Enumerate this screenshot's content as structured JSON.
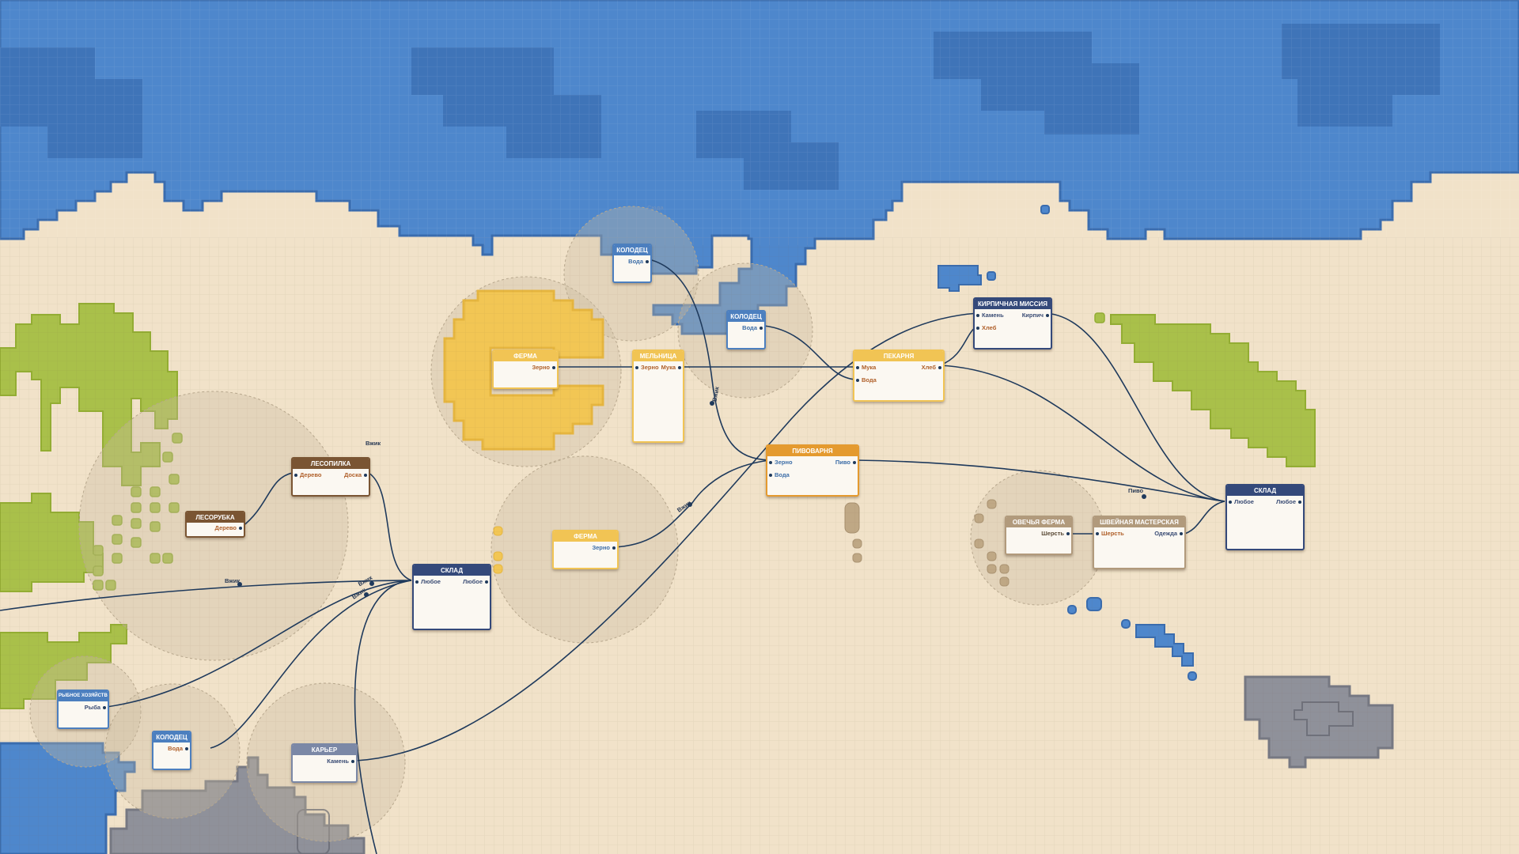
{
  "palette": {
    "sand": "#f1e2c9",
    "water": "#4e87cc",
    "deep_water": "#3f74b8",
    "grass": "#a9c04a",
    "dark_grass": "#93ad33",
    "rock": "#8f919a",
    "field": "#f2c654",
    "wire": "#1f3a5c",
    "zone": "#c9b9a0"
  },
  "map": {
    "sea_label": "Сюда"
  },
  "nodes": {
    "well_top": {
      "title": "Колодец",
      "out": "Вода"
    },
    "well_mid": {
      "title": "Колодец",
      "out": "Вода"
    },
    "farm_top": {
      "title": "Ферма",
      "out": "Зерно"
    },
    "mill": {
      "title": "Мельница",
      "in": "Зерно",
      "out": "Мука"
    },
    "bakery": {
      "title": "Пекарня",
      "in1": "Мука",
      "in2": "Вода",
      "out": "Хлеб"
    },
    "brick_mission": {
      "title": "Кирпичная миссия",
      "in1": "Камень",
      "in2": "Хлеб",
      "out": "Кирпич"
    },
    "brewery": {
      "title": "Пивоварня",
      "in1": "Зерно",
      "in2": "Вода",
      "out": "Пиво"
    },
    "sawmill": {
      "title": "Лесопилка",
      "in": "Дерево",
      "out": "Доска"
    },
    "lumber": {
      "title": "Лесоруб­ка",
      "out": "Дерево"
    },
    "farm_low": {
      "title": "Ферма",
      "out": "Зерно"
    },
    "warehouse_left": {
      "title": "Склад",
      "in": "Любое",
      "out": "Любое"
    },
    "warehouse_right": {
      "title": "Склад",
      "in": "Любое",
      "out": "Любое"
    },
    "sheep_farm": {
      "title": "Овечья ферма",
      "out": "Шерсть"
    },
    "sewing": {
      "title": "Швейная мастерская",
      "in": "Шерсть",
      "out": "Одежда"
    },
    "fishery": {
      "title": "Рыбное хозяйство",
      "out": "Рыба"
    },
    "well_low": {
      "title": "Колодец",
      "out": "Вода"
    },
    "quarry": {
      "title": "Карьер",
      "out": "Камень"
    }
  },
  "wire_labels": {
    "l1": "Вжик",
    "l2": "Вжик",
    "l3": "Вжик",
    "l4": "Вжик",
    "l5": "Пиво",
    "l6": "Вжик",
    "l7": "Вжик"
  }
}
